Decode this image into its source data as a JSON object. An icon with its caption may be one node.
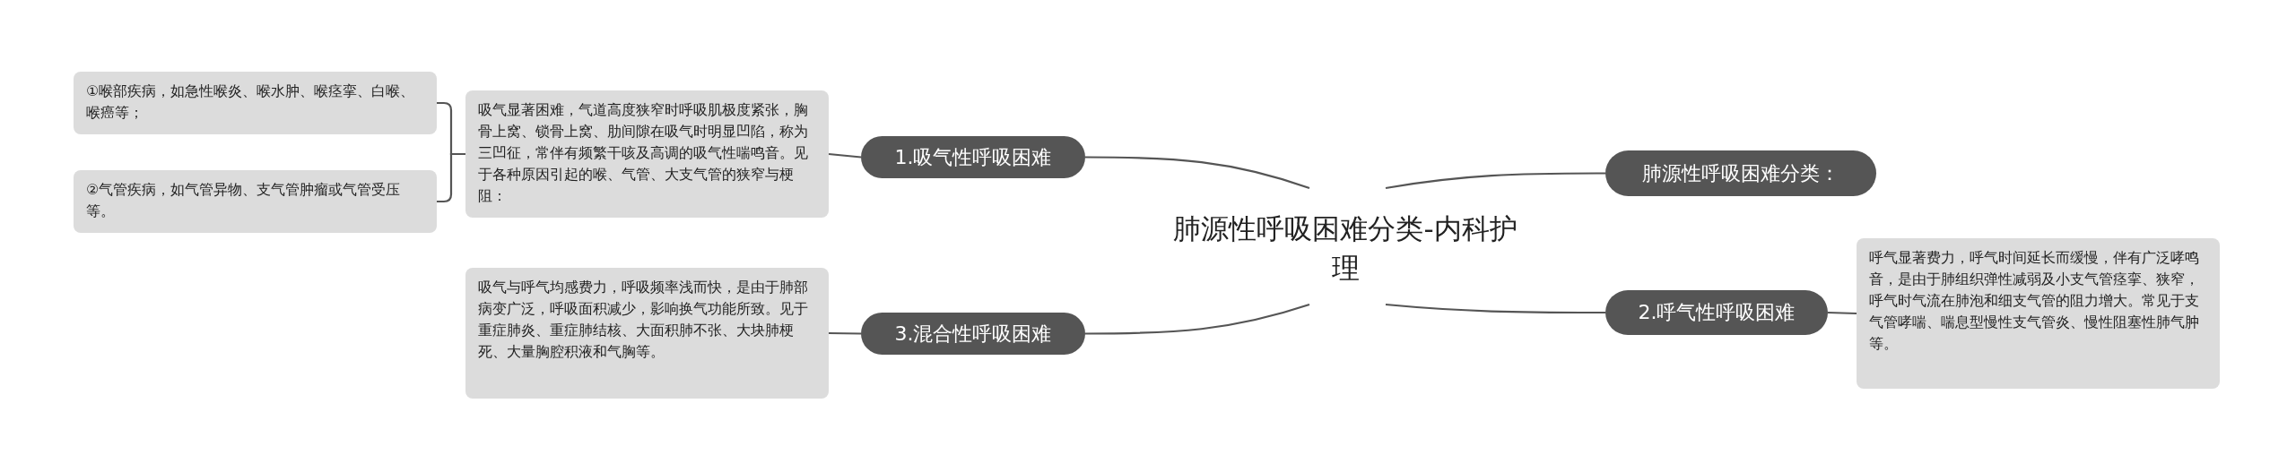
{
  "diagram": {
    "nodes": [
      {
        "text": [
          "肺源性呼吸困难分类-内科护理"
        ]
      },
      {
        "text": [
          "1.吸气性呼吸困难"
        ]
      },
      {
        "text": [
          "吸气显著困难，气道高度狭窄时呼吸肌极度紧张，胸骨上窝、锁骨上窝、肋间隙在吸气时明显凹陷，称为三凹征，常伴有频繁干咳及高调的吸气性喘鸣音。见于各种原因引起的喉、气管、大支气管的狭窄与梗阻："
        ]
      },
      {
        "text": [
          "①喉部疾病，如急性喉炎、喉水肿、喉痉挛、白喉、喉癌等；"
        ]
      },
      {
        "text": [
          "②气管疾病，如气管异物、支气管肿瘤或气管受压等。"
        ]
      },
      {
        "text": [
          "3.混合性呼吸困难"
        ]
      },
      {
        "text": [
          "吸气与呼气均感费力，呼吸频率浅而快，是由于肺部病变广泛，呼吸面积减少，影响换气功能所致。见于重症肺炎、重症肺结核、大面积肺不张、大块肺梗死、大量胸腔积液和气胸等。"
        ]
      },
      {
        "text": [
          "肺源性呼吸困难分类："
        ]
      },
      {
        "text": [
          "2.呼气性呼吸困难"
        ]
      },
      {
        "text": [
          "呼气显著费力，呼气时间延长而缓慢，伴有广泛哮鸣音，是由于肺组织弹性减弱及小支气管痉挛、狭窄，呼气时气流在肺泡和细支气管的阻力增大。常见于支气管哮喘、喘息型慢性支气管炎、慢性阻塞性肺气肿等。"
        ]
      }
    ],
    "edges": [
      {
        "from": 0,
        "to": 1,
        "arrow": "none"
      },
      {
        "from": 1,
        "to": 2,
        "arrow": "none"
      },
      {
        "from": 2,
        "to": 3,
        "arrow": "none"
      },
      {
        "from": 2,
        "to": 4,
        "arrow": "none"
      },
      {
        "from": 0,
        "to": 5,
        "arrow": "none"
      },
      {
        "from": 5,
        "to": 6,
        "arrow": "none"
      },
      {
        "from": 0,
        "to": 7,
        "arrow": "none"
      },
      {
        "from": 0,
        "to": 8,
        "arrow": "none"
      },
      {
        "from": 8,
        "to": 9,
        "arrow": "none"
      }
    ]
  }
}
